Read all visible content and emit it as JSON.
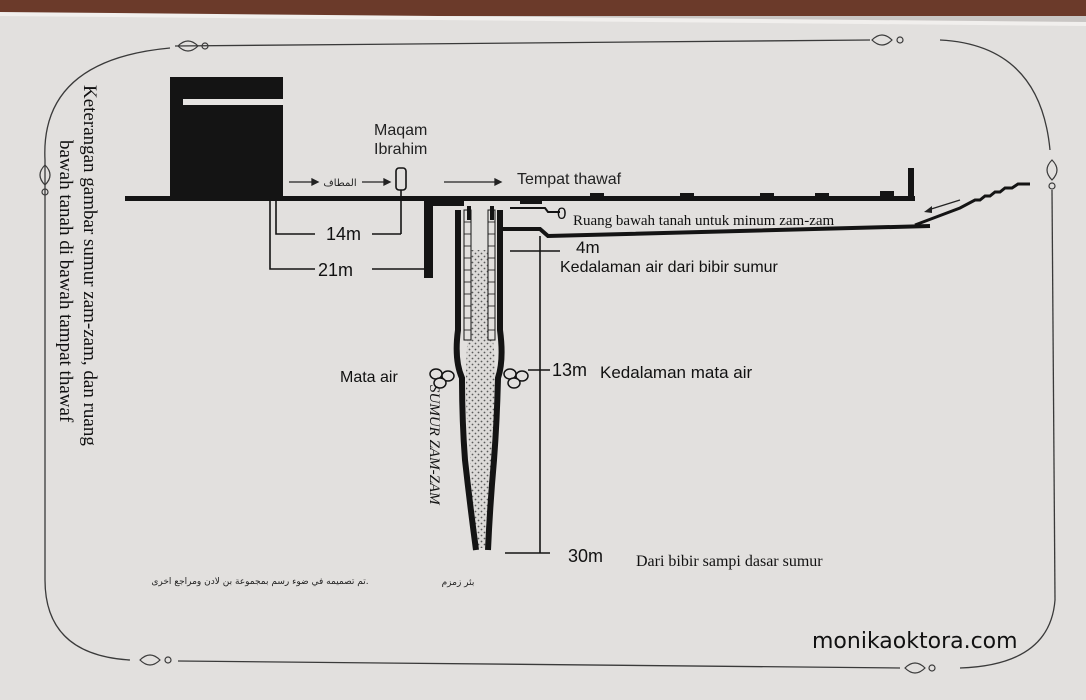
{
  "labels": {
    "maqam_line1": "Maqam",
    "maqam_line2": "Ibrahim",
    "mataf_arabic": "المطاف",
    "tempat_thawaf": "Tempat thawaf",
    "zero": "0",
    "ruang_bawah": "Ruang bawah tanah untuk minum zam-zam",
    "d14": "14m",
    "d21": "21m",
    "d4": "4m",
    "kedalaman_air": "Kedalaman air dari bibir sumur",
    "mata_air": "Mata air",
    "d13": "13m",
    "kedalaman_mata_air": "Kedalaman mata air",
    "sumur_zamzam": "SUMUR ZAM-ZAM",
    "d30": "30m",
    "dari_bibir": "Dari bibir sampi dasar sumur",
    "arabic_credit": "تم تصميمه في ضوء رسم بمجموعة بن لادن ومراجع اخرى.",
    "arabic_well": "بئر زمزم",
    "side_caption_line1": "Keterangan gambar sumur zam-zam, dan ruang",
    "side_caption_line2": "bawah tanah di bawah tampat thawaf",
    "watermark": "monikaoktora.com"
  }
}
